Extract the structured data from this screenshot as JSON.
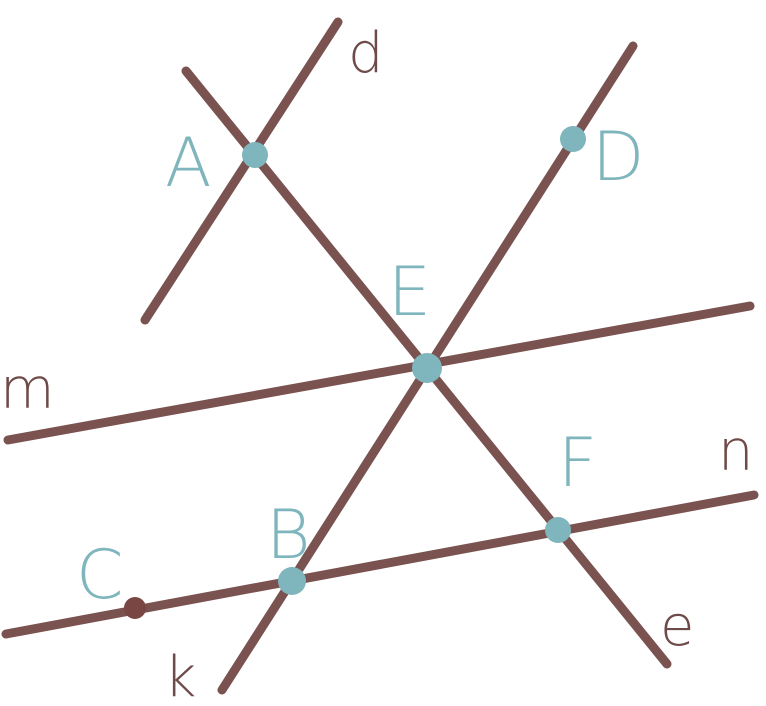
{
  "diagram": {
    "lines": {
      "d": "d",
      "e": "e",
      "k": "k",
      "m": "m",
      "n": "n"
    },
    "points": {
      "A": "A",
      "B": "B",
      "C": "C",
      "D": "D",
      "E": "E",
      "F": "F"
    },
    "colors": {
      "line": "#7a5250",
      "point": "#7fb5bd",
      "point_c": "#7a4644"
    }
  }
}
